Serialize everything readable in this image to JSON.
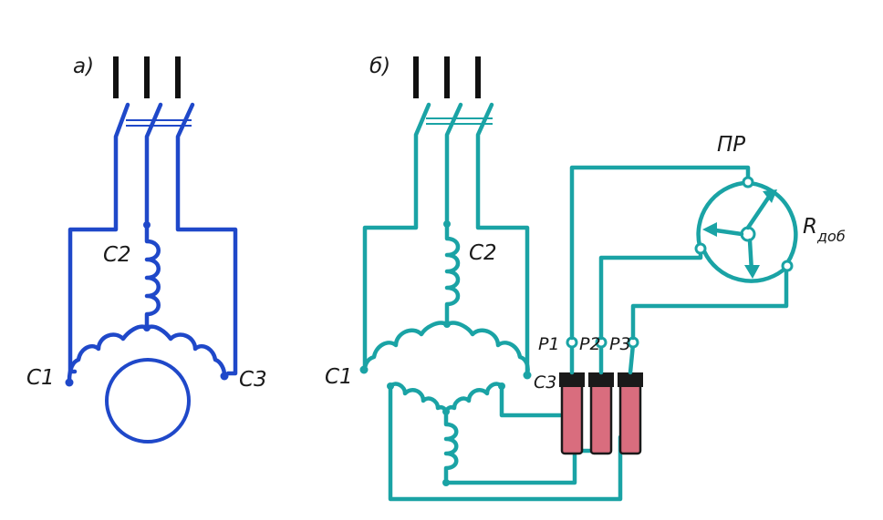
{
  "diagram_a": {
    "label": "а)",
    "coil_top": "С2",
    "coil_left": "С1",
    "coil_right": "С3"
  },
  "diagram_b": {
    "label": "б)",
    "coil_top": "С2",
    "coil_left": "С1",
    "coil_right": "С3",
    "rings": [
      "Р1",
      "Р2",
      "Р3"
    ],
    "switch_label": "ПР",
    "resistor_label": "R",
    "resistor_subscript": "доб"
  },
  "colors": {
    "stator_a": "#1f48c9",
    "circuit_b": "#1aa3a5",
    "brush": "#d96d7e",
    "supply": "#111111"
  }
}
